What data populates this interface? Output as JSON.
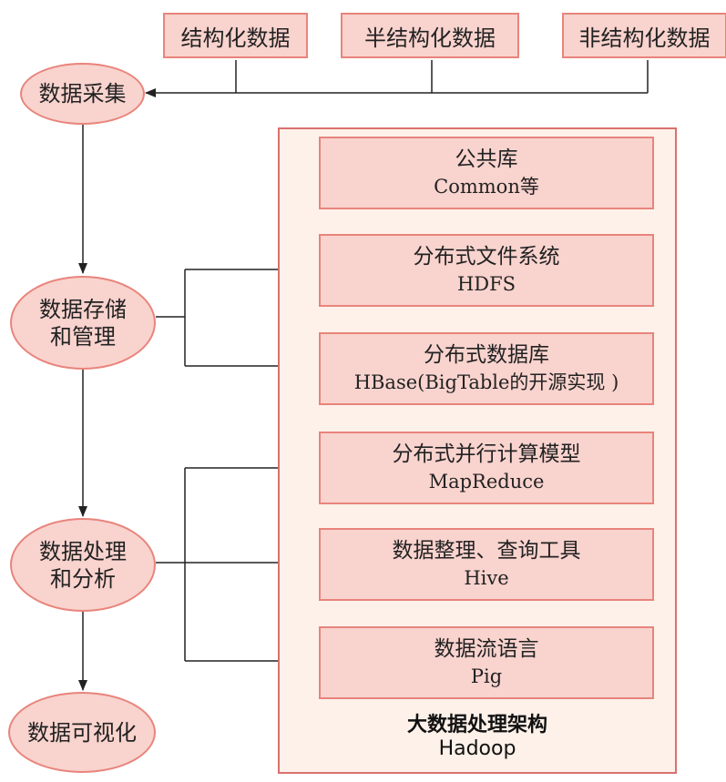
{
  "sources": [
    "结构化数据",
    "半结构化数据",
    "非结构化数据"
  ],
  "stages": {
    "collect": [
      "数据采集"
    ],
    "storage": [
      "数据存储",
      "和管理"
    ],
    "process": [
      "数据处理",
      "和分析"
    ],
    "visual": [
      "数据可视化"
    ]
  },
  "modules": [
    {
      "zh": "公共库",
      "en": "Common等"
    },
    {
      "zh": "分布式文件系统",
      "en": "HDFS"
    },
    {
      "zh": "分布式数据库",
      "en": "HBase(BigTable的开源实现 )"
    },
    {
      "zh": "分布式并行计算模型",
      "en": "MapReduce"
    },
    {
      "zh": "数据整理、查询工具",
      "en": "Hive"
    },
    {
      "zh": "数据流语言",
      "en": "Pig"
    }
  ],
  "framework": {
    "title": "大数据处理架构",
    "subtitle": "Hadoop"
  },
  "colors": {
    "fill": "#f9d3ce",
    "stroke": "#e8847c",
    "frame_fill": "#fdf1e9",
    "frame_stroke": "#d9716e",
    "line": "#222222"
  }
}
